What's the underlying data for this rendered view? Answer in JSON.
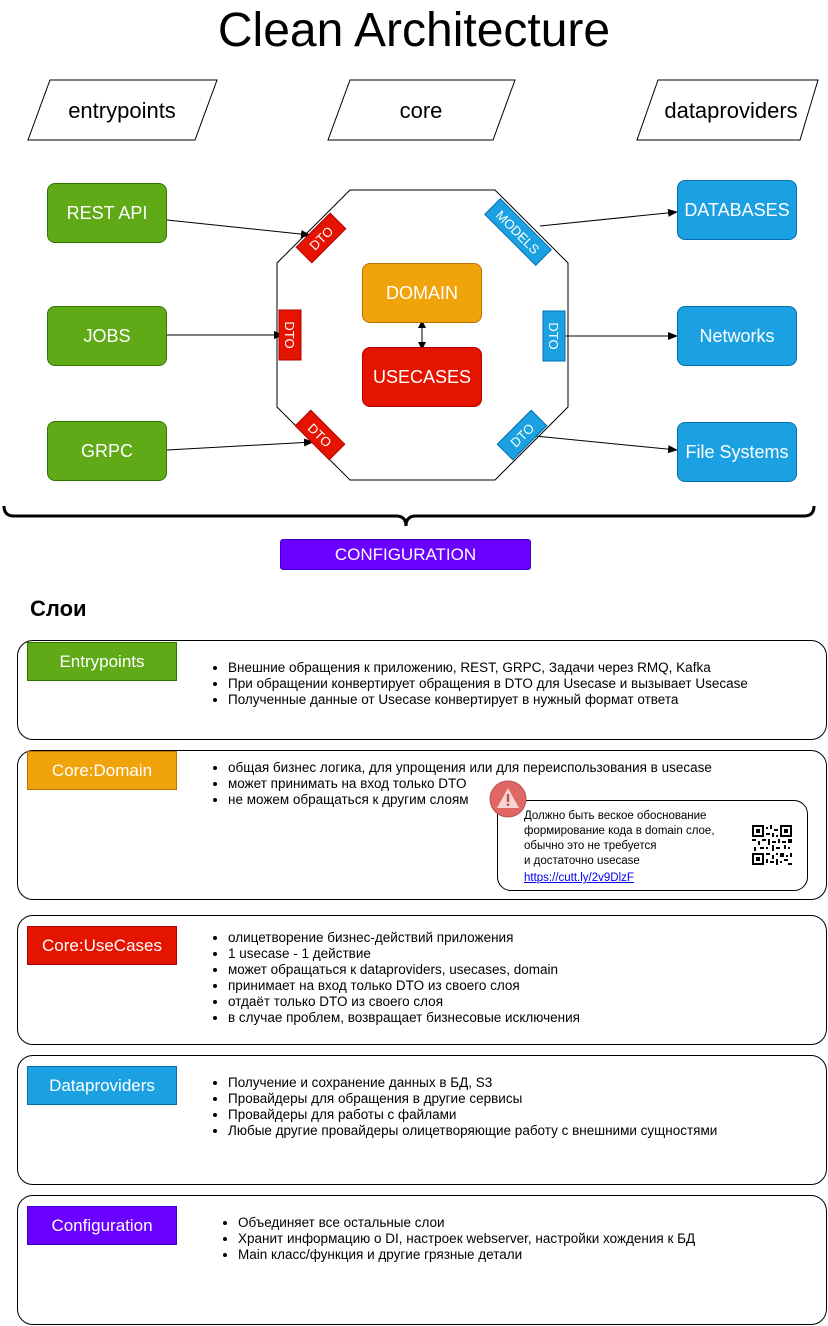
{
  "title": "Clean Architecture",
  "headers": {
    "entrypoints": "entrypoints",
    "core": "core",
    "dataproviders": "dataproviders"
  },
  "entry_boxes": [
    "REST API",
    "JOBS",
    "GRPC"
  ],
  "core_boxes": {
    "domain": "DOMAIN",
    "usecases": "USECASES"
  },
  "provider_boxes": [
    "DATABASES",
    "Networks",
    "File Systems"
  ],
  "connectors": {
    "dto": "DTO",
    "models": "MODELS"
  },
  "configuration_bar": "CONFIGURATION",
  "layers_title": "Слои",
  "layers": [
    {
      "name": "Entrypoints",
      "color": "#60a917",
      "items": [
        "Внешние обращения к приложению, REST, GRPC, Задачи через RMQ, Kafka",
        "При обращении конвертирует обращения в DTO для Usecase и вызывает Usecase",
        "Полученные данные от Usecase конвертирует в нужный формат ответа"
      ]
    },
    {
      "name": "Core:Domain",
      "color": "#f0a30a",
      "items": [
        "общая бизнес логика, для упрощения или для переиспользования в  usecase",
        "может принимать на вход только DTO",
        "не можем обращаться к другим слоям"
      ],
      "note": {
        "lines": [
          "Должно быть веское обоснование",
          "формирование кода в domain слое,",
          "обычно это не требуется",
          "и достаточно usecase"
        ],
        "link": "https://cutt.ly/2v9DlzF"
      }
    },
    {
      "name": "Core:UseCases",
      "color": "#e51400",
      "items": [
        "олицетворение бизнес-действий приложения",
        "1 usecase - 1 действие",
        "может обращаться к dataproviders, usecases, domain",
        "принимает на вход только DTO из своего слоя",
        "отдаёт только DTO из своего слоя",
        "в случае проблем, возвращает бизнесовые исключения"
      ]
    },
    {
      "name": "Dataproviders",
      "color": "#1ba1e2",
      "items": [
        "Получение и сохранение данных в БД, S3",
        "Провайдеры для обращения в другие сервисы",
        "Провайдеры для работы с файлами",
        "Любые другие провайдеры олицетворяющие работу с внешними сущностями"
      ]
    },
    {
      "name": "Configuration",
      "color": "#6a00ff",
      "items": [
        "Объединяет все остальные слои",
        "Хранит информацию о DI, настроек webserver, настройки хождения к БД",
        "Main класс/функция и другие грязные детали"
      ]
    }
  ]
}
